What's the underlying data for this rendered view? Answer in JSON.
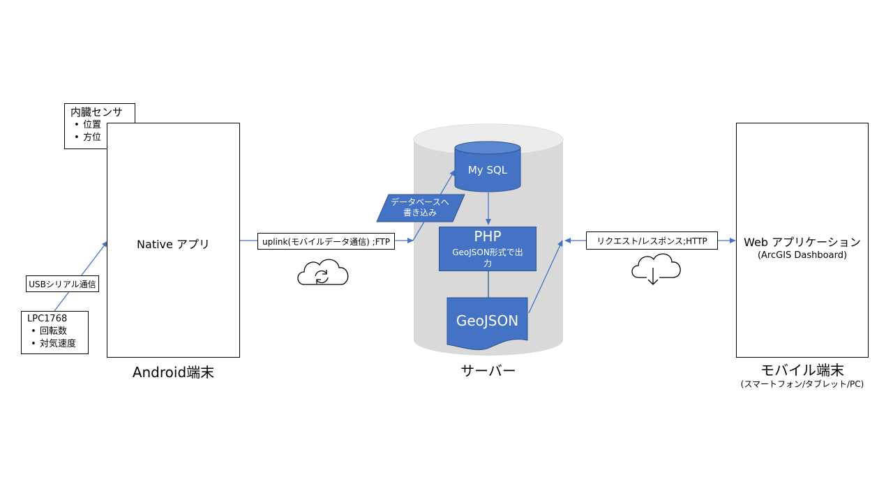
{
  "colors": {
    "accent": "#4472C4",
    "accent_dark": "#2F528F",
    "cylinder": "#D9D9D9",
    "line": "#4472C4"
  },
  "sensor_box": {
    "title": "内臓センサ",
    "items": [
      "位置",
      "方位"
    ]
  },
  "lpc_box": {
    "title": "LPC1768",
    "items": [
      "回転数",
      "対気速度"
    ]
  },
  "usb_label": "USBシリアル通信",
  "android": {
    "app_label": "Native アプリ",
    "device_label": "Android端末",
    "icons": [
      "globe-icon",
      "gauge-icon"
    ]
  },
  "uplink_label": "uplink(モバイルデータ通信) ;FTP",
  "sync_icon": "cloud-sync-icon",
  "db_write_label": "データベースへ\n書き込み",
  "server": {
    "mysql_label": "My SQL",
    "php_title": "PHP",
    "php_sub": "GeoJSON形式で出\n力",
    "geojson_label": "GeoJSON",
    "server_label": "サーバー"
  },
  "request_label": "リクエスト/レスポンス;HTTP",
  "download_icon": "cloud-download-icon",
  "mobile": {
    "app_title": "Web アプリケーション",
    "app_sub": "(ArcGIS Dashboard)",
    "device_label": "モバイル端末",
    "device_sub": "(スマートフォン/タブレット/PC)",
    "icons": [
      "globe-icon",
      "gauge-icon"
    ]
  }
}
